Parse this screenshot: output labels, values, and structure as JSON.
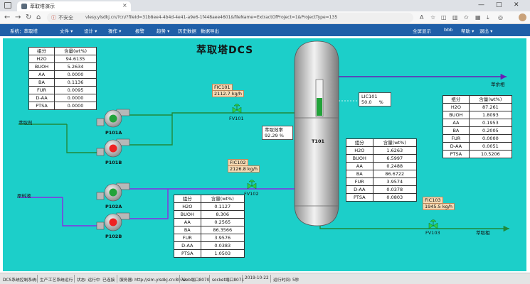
{
  "browser": {
    "tab_title": "萃取塔演示",
    "tab_close": "×",
    "win_min": "—",
    "win_max": "□",
    "win_close": "✕",
    "nav_back": "←",
    "nav_forward": "→",
    "nav_reload": "↻",
    "nav_home": "⌂",
    "security_icon": "ⓘ",
    "security_label": "不安全",
    "url": "vlesy.ylsdkj.cn/?cn/?fileId=31b8ee4-4b4d-4e41-a9e6-1f448aee4601&fileName=ExtractOfProject=1&ProjectType=135"
  },
  "menu": {
    "items": [
      "系统：萃取塔",
      "文件 ▾",
      "设计 ▾",
      "操作 ▾",
      "报警",
      "趋势 ▾",
      "历史数据",
      "数据导出",
      "全屏显示",
      "帮助 ▾",
      "退出 ▾"
    ],
    "user": "bbb"
  },
  "dcs": {
    "title": "萃取塔DCS",
    "col_component": "组分",
    "col_content": "含量(wt%)",
    "table_feed": [
      {
        "c": "H2O",
        "v": "94.6135"
      },
      {
        "c": "BUOH",
        "v": "5.2634"
      },
      {
        "c": "AA",
        "v": "0.0000"
      },
      {
        "c": "BA",
        "v": "0.1136"
      },
      {
        "c": "FUR",
        "v": "0.0095"
      },
      {
        "c": "D-AA",
        "v": "0.0000"
      },
      {
        "c": "PTSA",
        "v": "0.0000"
      }
    ],
    "table_top": [
      {
        "c": "H2O",
        "v": "87.261"
      },
      {
        "c": "BUOH",
        "v": "1.8093"
      },
      {
        "c": "AA",
        "v": "0.1953"
      },
      {
        "c": "BA",
        "v": "0.2005"
      },
      {
        "c": "FUR",
        "v": "0.0000"
      },
      {
        "c": "D-AA",
        "v": "0.0051"
      },
      {
        "c": "PTSA",
        "v": "10.5206"
      }
    ],
    "table_mid": [
      {
        "c": "H2O",
        "v": "1.6263"
      },
      {
        "c": "BUOH",
        "v": "6.5997"
      },
      {
        "c": "AA",
        "v": "0.2488"
      },
      {
        "c": "BA",
        "v": "86.6722"
      },
      {
        "c": "FUR",
        "v": "3.9574"
      },
      {
        "c": "D-AA",
        "v": "0.0378"
      },
      {
        "c": "PTSA",
        "v": "0.0803"
      }
    ],
    "table_bottom": [
      {
        "c": "H2O",
        "v": "0.1127"
      },
      {
        "c": "BUOH",
        "v": "8.306"
      },
      {
        "c": "AA",
        "v": "0.2565"
      },
      {
        "c": "BA",
        "v": "86.3566"
      },
      {
        "c": "FUR",
        "v": "3.9576"
      },
      {
        "c": "D-AA",
        "v": "0.0383"
      },
      {
        "c": "PTSA",
        "v": "1.0503"
      }
    ],
    "fic101": {
      "tag": "FIC101",
      "value": "2112.7",
      "unit": "kg/h"
    },
    "fic102": {
      "tag": "FIC102",
      "value": "2126.8",
      "unit": "kg/h"
    },
    "fic103": {
      "tag": "FIC103",
      "value": "1945.5",
      "unit": "kg/h"
    },
    "lic101": {
      "tag": "LIC101",
      "value": "50.0",
      "unit": "%",
      "level_pct": 50
    },
    "efficiency": {
      "label": "萃取效率",
      "value": "92.29",
      "unit": "%"
    },
    "fv101": "FV101",
    "fv102": "FV102",
    "fv103": "FV103",
    "p101a": "P101A",
    "p101b": "P101B",
    "p102a": "P102A",
    "p102b": "P102B",
    "t101": "T101",
    "stream_extractant": "萃取剂",
    "stream_feed": "原料液",
    "stream_top": "萃余相",
    "stream_bottom": "萃取相",
    "colors": {
      "running": "#22a33a",
      "stopped": "#ee2222",
      "purple_line": "#8a2be2",
      "green_line": "#1f8a3a",
      "canvas": "#1ccfc9"
    }
  },
  "status": {
    "s1": "DCS系统控制系统:",
    "s2": "生产工艺系统运行",
    "s3": "状态: 运行中",
    "s4": "已连接",
    "s5": "服务器: http://sim.ylsdkj.cn:8070",
    "s6": "web端口8070",
    "s7": "socket端口8071",
    "s8": "2019-10-22",
    "s9": "运行时间: 5秒"
  }
}
